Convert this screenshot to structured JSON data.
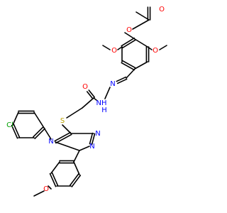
{
  "colors": {
    "bond": "#000000",
    "oxygen": "#ff0000",
    "nitrogen": "#0000ff",
    "sulfur": "#b8a000",
    "chlorine": "#00a000",
    "background": "#ffffff"
  },
  "labels": {
    "ester_carbonyl_o": "O",
    "ester_o": "O",
    "methoxy_o_left": "O",
    "methoxy_o_right": "O",
    "hydrazone_n": "N",
    "hydrazide_nh": "NH",
    "hydrazide_h": "H",
    "amide_o": "O",
    "thioether_s": "S",
    "triazole_n1": "N",
    "triazole_n2": "N",
    "triazole_n4": "N",
    "chloro": "Cl",
    "methoxy_o_bottom": "O"
  }
}
